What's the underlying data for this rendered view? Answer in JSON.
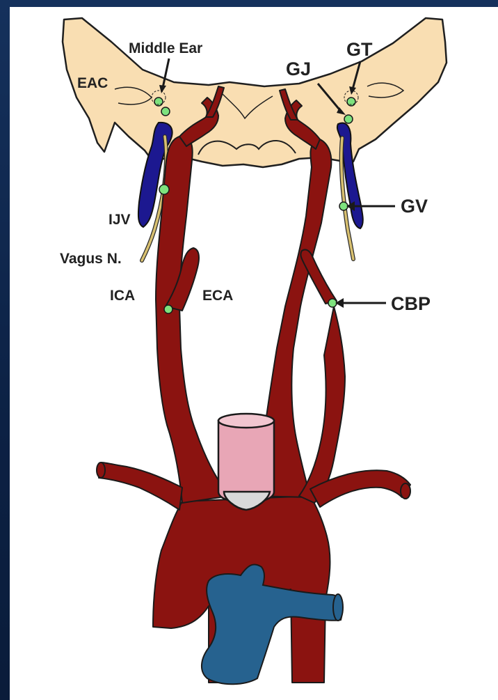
{
  "figure": {
    "labels": {
      "middle_ear": "Middle Ear",
      "eac": "EAC",
      "ijv": "IJV",
      "vagus": "Vagus N.",
      "ica": "ICA",
      "eca": "ECA",
      "gj": "GJ",
      "gt": "GT",
      "gv": "GV",
      "cbp": "CBP"
    },
    "colors": {
      "bone": "#f9deb2",
      "artery": "#8b1310",
      "vein_jugular": "#1c1890",
      "vein_brachio": "#26628f",
      "nerve": "#d8c070",
      "node": "#7ee27e",
      "trachea": "#e8a6b6",
      "frame": "#0d2346"
    }
  }
}
